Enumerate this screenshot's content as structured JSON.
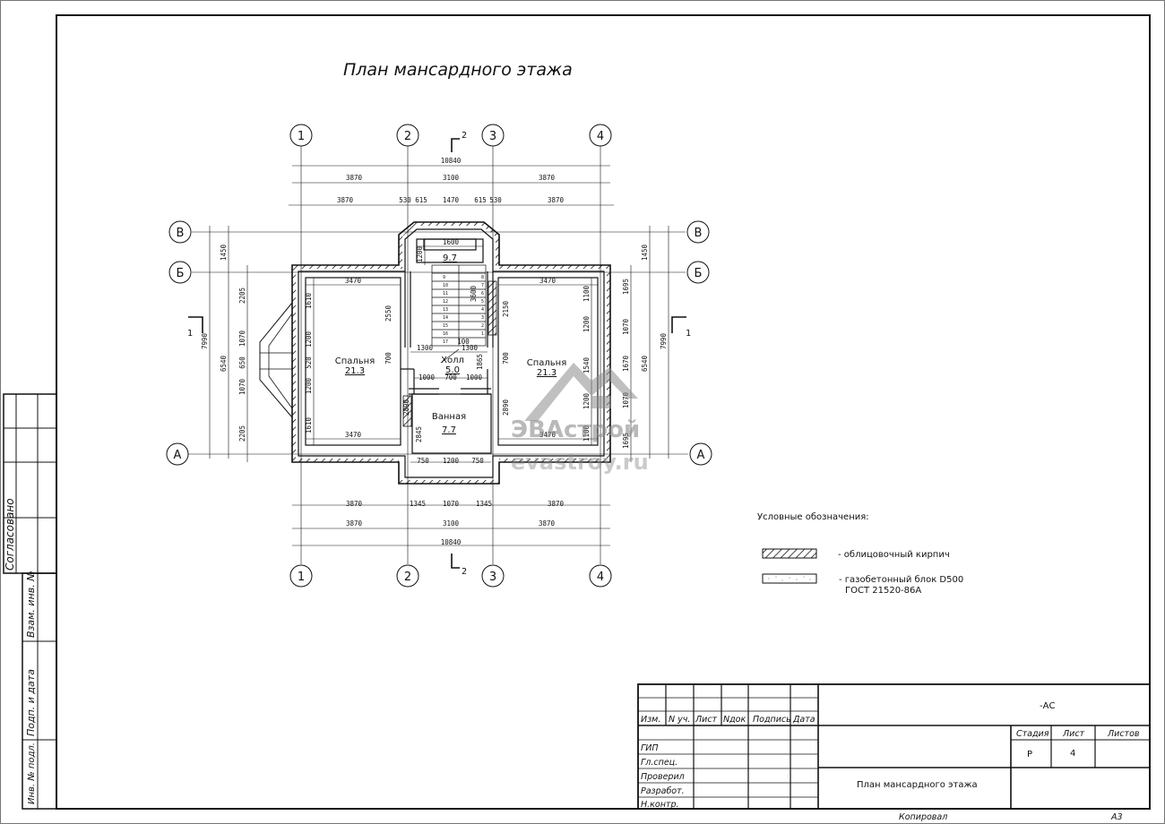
{
  "title": "План мансардного этажа",
  "axes": {
    "cols": [
      "1",
      "2",
      "3",
      "4"
    ],
    "rows": [
      "В",
      "Б",
      "А"
    ]
  },
  "section_mark": "2",
  "section_mark_side": "1",
  "dims": {
    "total": "10840",
    "spans": [
      "3870",
      "3100",
      "3870"
    ],
    "top_inner": [
      "3870",
      "530",
      "615",
      "1470",
      "615",
      "530",
      "3870"
    ],
    "bottom_inner": [
      "3870",
      "1345",
      "1070",
      "1345",
      "3870"
    ],
    "left_total": "7990",
    "left_mid": "6540",
    "left_top": "1450",
    "left_parts": [
      "2205",
      "1070",
      "650",
      "1070",
      "2205"
    ],
    "right_total": "7990",
    "right_mid": "6540",
    "right_top": "1450",
    "right_parts": [
      "1695",
      "1070",
      "1670",
      "1070",
      "1695"
    ],
    "room_w": "3470",
    "room_h_left": [
      "1610",
      "1200",
      "520",
      "1200",
      "1610"
    ],
    "room_h_right": [
      "1100",
      "1200",
      "1540",
      "1200",
      "1100"
    ],
    "bay_w": "1600",
    "bay_h": "1200",
    "stair": [
      "3600",
      "2150",
      "1300",
      "100",
      "1300",
      "1865"
    ],
    "hall_parts": [
      "1000",
      "700",
      "1000"
    ],
    "bath": [
      "2845",
      "2890",
      "2890",
      "2550",
      "700",
      "700"
    ],
    "bottom_bay": [
      "750",
      "1200",
      "750"
    ],
    "stair_steps": [
      "8",
      "7",
      "6",
      "5",
      "4",
      "3",
      "2",
      "1",
      "9",
      "10",
      "11",
      "12",
      "13",
      "14",
      "15",
      "16",
      "17"
    ]
  },
  "rooms": [
    {
      "name": "Спальня",
      "area": "21.3"
    },
    {
      "name": "Спальня",
      "area": "21.3"
    },
    {
      "name": "Холл",
      "area": "5.0"
    },
    {
      "name": "Ванная",
      "area": "7.7"
    },
    {
      "name": "",
      "area": "9.7"
    }
  ],
  "legend": {
    "title": "Условные обозначения:",
    "items": [
      {
        "label": "- облицовочный кирпич"
      },
      {
        "label": "- газобетонный блок D500"
      },
      {
        "label": "ГОСТ 21520-86А"
      }
    ]
  },
  "watermark": {
    "brand": "ЭВАстрой",
    "url": "evastroy.ru"
  },
  "side_stamp": [
    "Согласовано",
    "Взам. инв. №",
    "Подп. и дата",
    "Инв. № подл."
  ],
  "title_block": {
    "code": "-АС",
    "headers": [
      "Изм.",
      "N уч.",
      "Лист",
      "Nдок",
      "Подпись",
      "Дата"
    ],
    "roles": [
      "ГИП",
      "Гл.спец.",
      "Проверил",
      "Разработ.",
      "Н.контр."
    ],
    "stage_h": "Стадия",
    "sheet_h": "Лист",
    "sheets_h": "Листов",
    "stage": "Р",
    "sheet": "4",
    "sheets": "",
    "drawing": "План мансардного этажа",
    "copied": "Копировал",
    "format": "А3"
  },
  "colors": {
    "line": "#111111",
    "watermark": "#8c8c8c"
  }
}
